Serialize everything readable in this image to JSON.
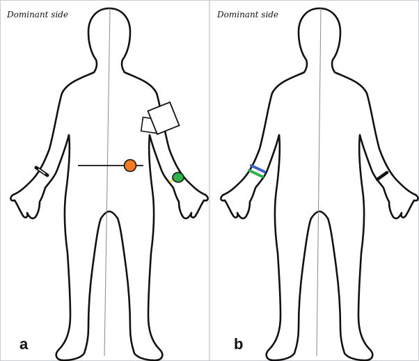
{
  "panels": [
    {
      "id": "a",
      "side_label": "Dominant side",
      "letter": "a"
    },
    {
      "id": "b",
      "side_label": "Dominant side",
      "letter": "b"
    }
  ],
  "colors": {
    "outline": "#111111",
    "divider": "#bfc3c6",
    "frame": "#c9cdd0",
    "sensor_orange": "#f47a20",
    "sensor_green": "#2db34a",
    "sensor_yellow": "#e8e619",
    "band_blue": "#3b5fd0",
    "band_green": "#2fae4a",
    "wristband": "#111111"
  },
  "icons": {
    "hip_sensor": "orange-circle-sensor",
    "wrist_sensor": "green-circle-sensor",
    "arm_device": "rectangular-armband-device",
    "wrist_band": "wristband-strap"
  }
}
